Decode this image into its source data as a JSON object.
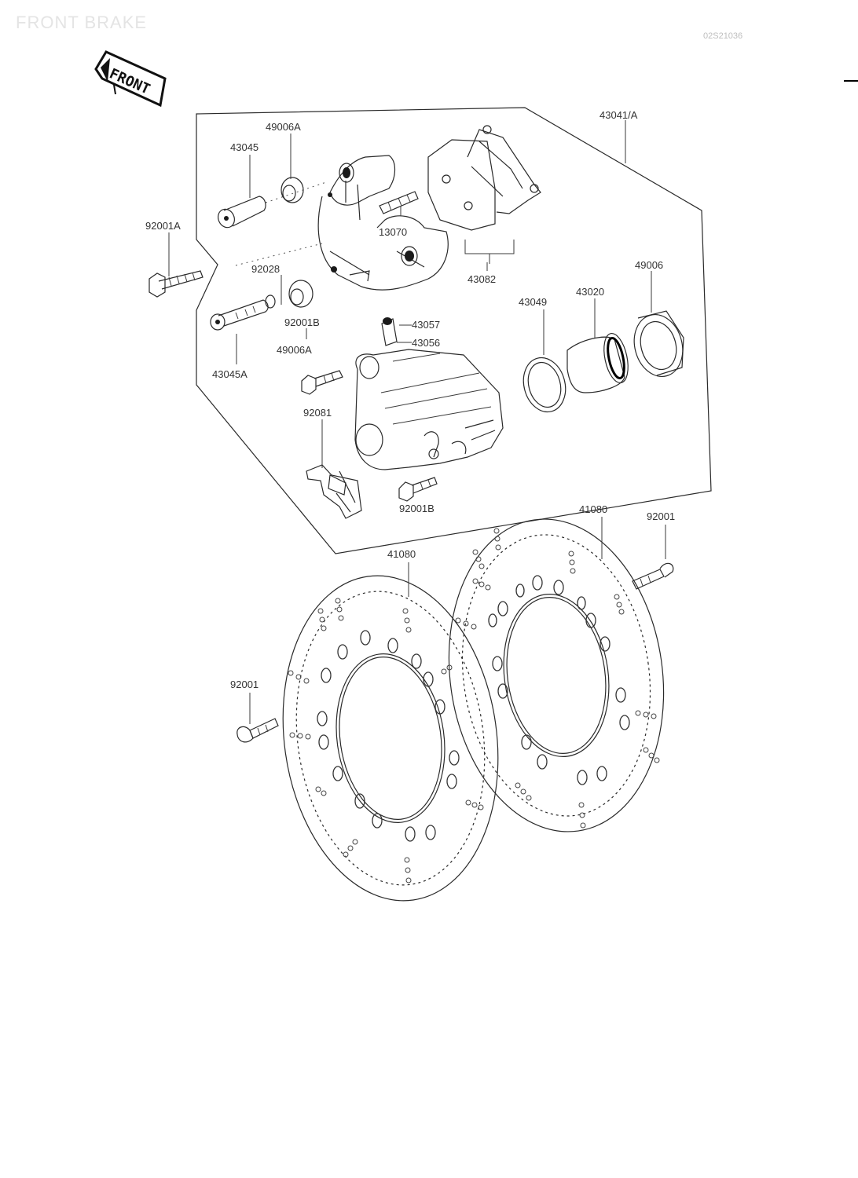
{
  "header": {
    "title": "FRONT BRAKE",
    "reference": "02S21036"
  },
  "front_badge": "FRONT",
  "labels": {
    "caliper_assy": "43041/A",
    "pin_43045": "43045",
    "boot_49006A_top": "49006A",
    "bolt_92001A": "92001A",
    "spring_13070": "13070",
    "pad_assy_43082": "43082",
    "bolt_92028": "92028",
    "bolt_92001B_top": "92001B",
    "boot_49006A_bottom": "49006A",
    "pin_43045A": "43045A",
    "bleed_43057": "43057",
    "cap_43056": "43056",
    "seal_43049": "43049",
    "piston_43020": "43020",
    "dust_seal_49006": "49006",
    "clip_92081": "92081",
    "bolt_92001B_bottom": "92001B",
    "disc_right": "41080",
    "bolt_right": "92001",
    "disc_left": "41080",
    "bolt_left": "92001"
  }
}
